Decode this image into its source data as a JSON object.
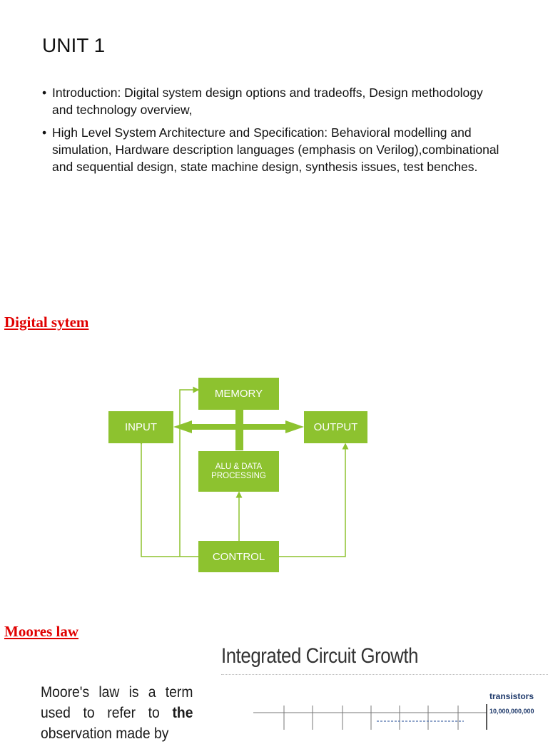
{
  "unit_title": "UNIT 1",
  "bullets": [
    "Introduction: Digital system design options and tradeoffs, Design methodology and technology overview,",
    " High Level System Architecture and Specification: Behavioral modelling and simulation, Hardware description languages (emphasis on Verilog),combinational and sequential design, state machine design, synthesis issues, test benches."
  ],
  "section_digital": "Digital sytem",
  "diagram": {
    "memory": "MEMORY",
    "input": "INPUT",
    "output": "OUTPUT",
    "alu": "ALU & DATA PROCESSING",
    "control": "CONTROL",
    "block_color": "#8dc22f"
  },
  "section_moores": "Moores law",
  "moores_text": {
    "part1": "Moore's law is a term used to refer to ",
    "bold1": "the",
    "part2": " observation made by"
  },
  "ic_chart": {
    "title": "Integrated Circuit Growth",
    "y_axis_label": "transistors",
    "top_tick": "10,000,000,000"
  }
}
